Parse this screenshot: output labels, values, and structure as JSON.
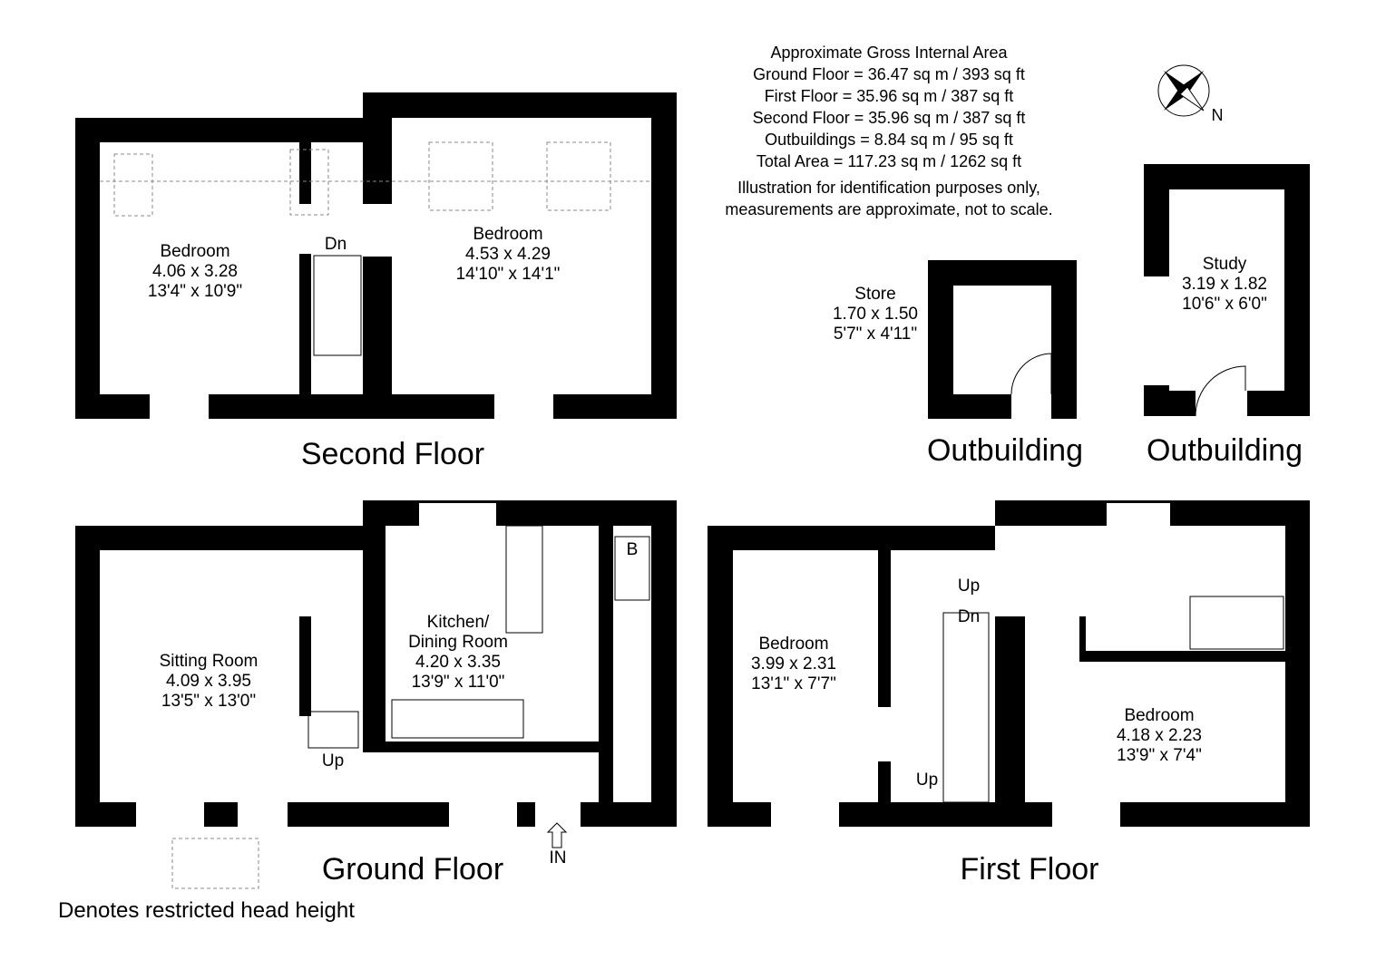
{
  "area_summary": {
    "heading": "Approximate Gross Internal Area",
    "lines": [
      "Ground Floor = 36.47 sq m / 393 sq ft",
      "First Floor = 35.96 sq m / 387 sq ft",
      "Second Floor = 35.96 sq m / 387 sq ft",
      "Outbuildings = 8.84 sq m / 95 sq ft",
      "Total Area = 117.23 sq m / 1262 sq ft"
    ],
    "disclaimer": [
      "Illustration for identification purposes only,",
      "measurements are approximate, not to scale."
    ]
  },
  "compass": {
    "label": "N"
  },
  "second_floor": {
    "title": "Second Floor",
    "rooms": [
      {
        "name": "Bedroom",
        "metric": "4.06 x 3.28",
        "imperial": "13'4\" x 10'9\""
      },
      {
        "name": "Bedroom",
        "metric": "4.53 x 4.29",
        "imperial": "14'10\" x 14'1\""
      }
    ],
    "stair_label": "Dn"
  },
  "ground_floor": {
    "title": "Ground Floor",
    "rooms": [
      {
        "name": "Sitting Room",
        "metric": "4.09 x 3.95",
        "imperial": "13'5\" x 13'0\""
      },
      {
        "name": "Kitchen/",
        "name2": "Dining Room",
        "metric": "4.20 x 3.35",
        "imperial": "13'9\" x 11'0\""
      }
    ],
    "stair_label": "Up",
    "boiler_label": "B",
    "entrance_label": "IN"
  },
  "first_floor": {
    "title": "First Floor",
    "rooms": [
      {
        "name": "Bedroom",
        "metric": "3.99 x 2.31",
        "imperial": "13'1\" x 7'7\""
      },
      {
        "name": "Bedroom",
        "metric": "4.18 x 2.23",
        "imperial": "13'9\" x 7'4\""
      }
    ],
    "stair_up_top": "Up",
    "stair_dn": "Dn",
    "stair_up_bottom": "Up"
  },
  "outbuildings": [
    {
      "title": "Outbuilding",
      "name": "Store",
      "metric": "1.70 x 1.50",
      "imperial": "5'7\" x 4'11\""
    },
    {
      "title": "Outbuilding",
      "name": "Study",
      "metric": "3.19 x 1.82",
      "imperial": "10'6\" x 6'0\""
    }
  ],
  "legend": {
    "text": "Denotes restricted head height"
  }
}
